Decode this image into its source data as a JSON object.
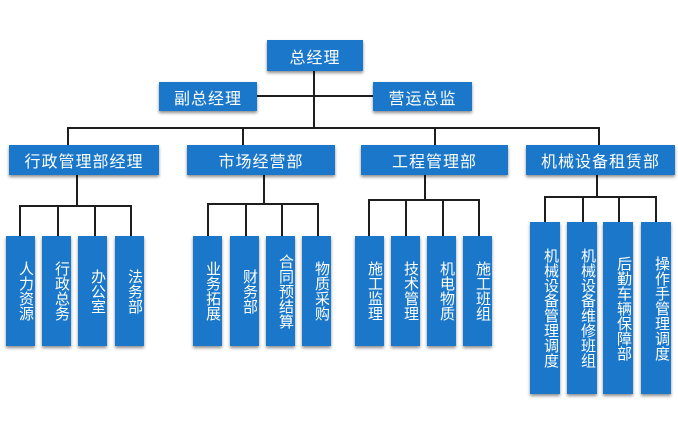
{
  "chart": {
    "top": "总经理",
    "deputies": [
      "副总经理",
      "营运总监"
    ],
    "departments": [
      {
        "name": "行政管理部经理",
        "units": [
          "人力资源",
          "行政总务",
          "办公室",
          "法务部"
        ]
      },
      {
        "name": "市场经营部",
        "units": [
          "业务拓展",
          "财务部",
          "合同预结算",
          "物质采购"
        ]
      },
      {
        "name": "工程管理部",
        "units": [
          "施工监理",
          "技术管理",
          "机电物质",
          "施工班组"
        ]
      },
      {
        "name": "机械设备租赁部",
        "units": [
          "机械设备管理调度",
          "机械设备维修班组",
          "后勤车辆保障部",
          "操作手管理调度"
        ]
      }
    ]
  },
  "colors": {
    "box": "#1a77c9",
    "line": "#1e1e1e"
  }
}
